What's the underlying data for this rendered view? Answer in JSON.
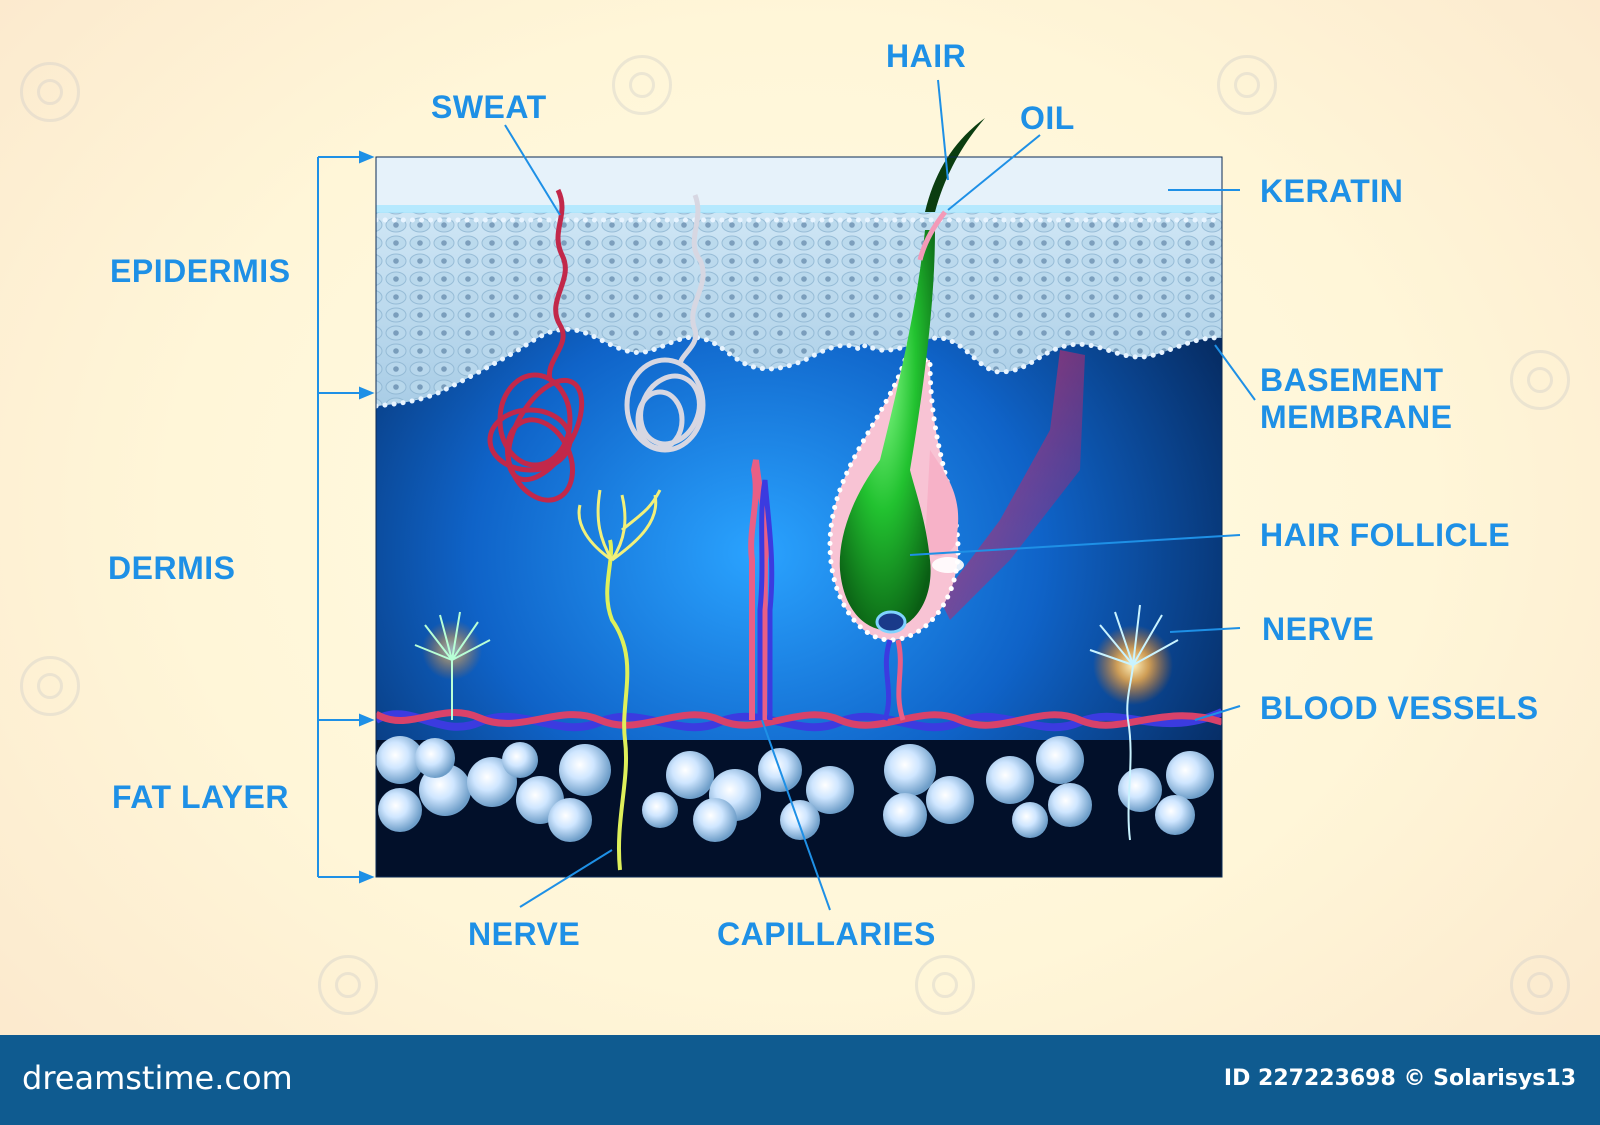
{
  "labels": {
    "epidermis": "EPIDERMIS",
    "dermis": "DERMIS",
    "fat_layer": "FAT LAYER",
    "sweat": "SWEAT",
    "hair": "HAIR",
    "oil": "OIL",
    "keratin": "KERATIN",
    "basement_line1": "BASEMENT",
    "basement_line2": "MEMBRANE",
    "hair_follicle": "HAIR FOLLICLE",
    "nerve_right": "NERVE",
    "blood_vessels": "BLOOD VESSELS",
    "nerve_bottom": "NERVE",
    "capillaries": "CAPILLARIES"
  },
  "footer": {
    "brand": "dreamstime.com",
    "credit": "ID 227223698 © Solarisys13"
  },
  "colors": {
    "label": "#1e90e6",
    "footer_bg": "#0f5b90",
    "dermis_dark": "#031a4a",
    "dermis_light": "#1c8ff0",
    "hair_green": "#27c23a",
    "artery_red": "#d8426a",
    "vein_blue": "#3b3be0"
  }
}
